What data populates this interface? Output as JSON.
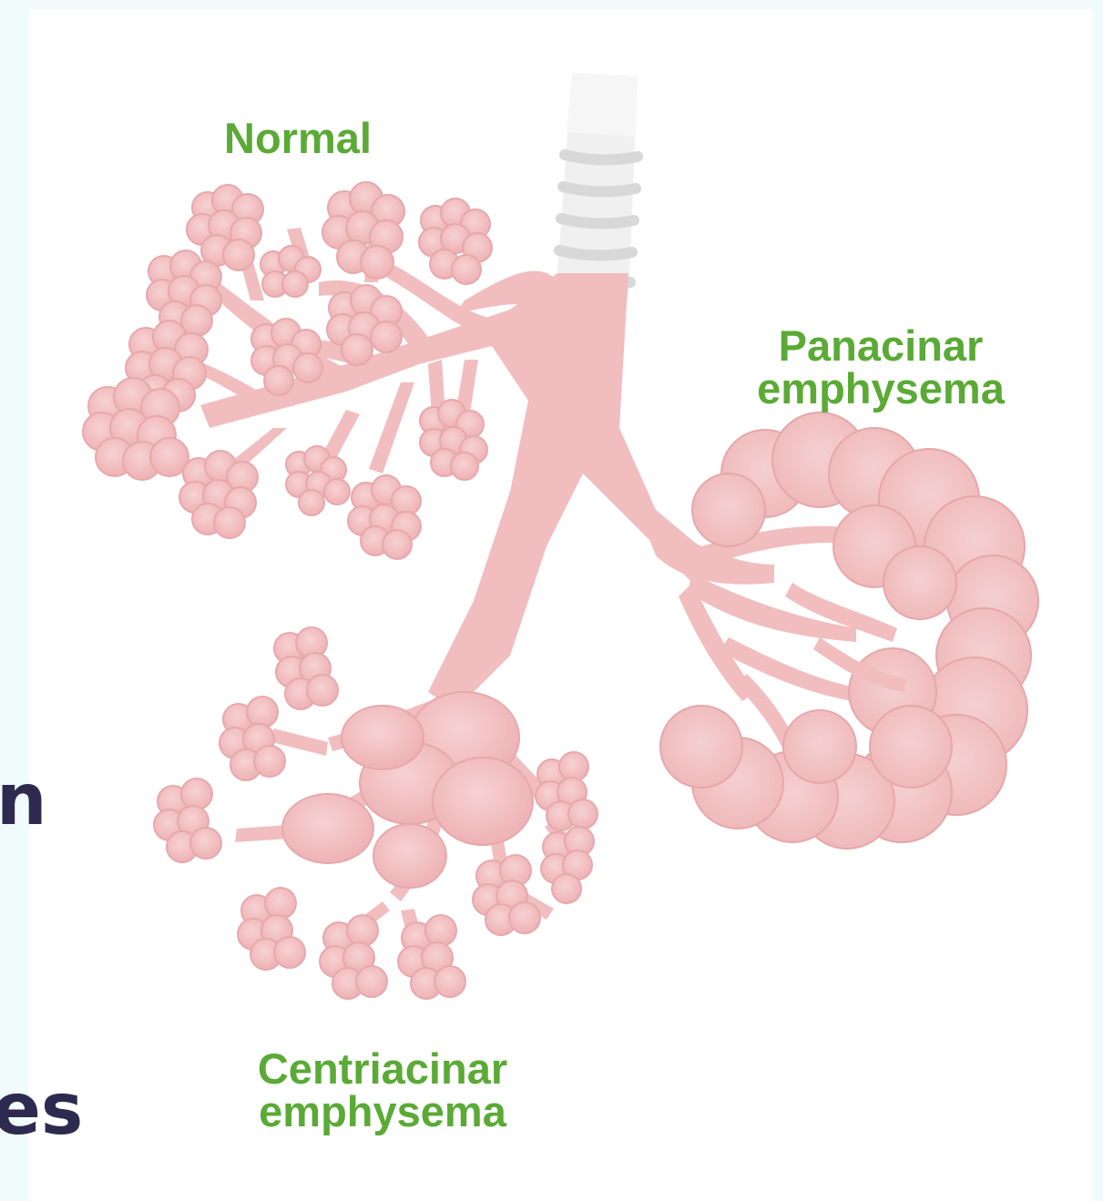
{
  "background_fragments": [
    "n",
    "es"
  ],
  "labels": {
    "normal": "Normal",
    "panacinar": [
      "Panacinar",
      "emphysema"
    ],
    "centriacinar": [
      "Centriacinar",
      "emphysema"
    ]
  },
  "colors": {
    "accent_green": "#5aaa35",
    "airway_pink": "#f1bdbf",
    "alveoli_pink": "#f4c2c4",
    "trachea_white": "#eeeeee",
    "background_text": "#2e2a4f"
  }
}
